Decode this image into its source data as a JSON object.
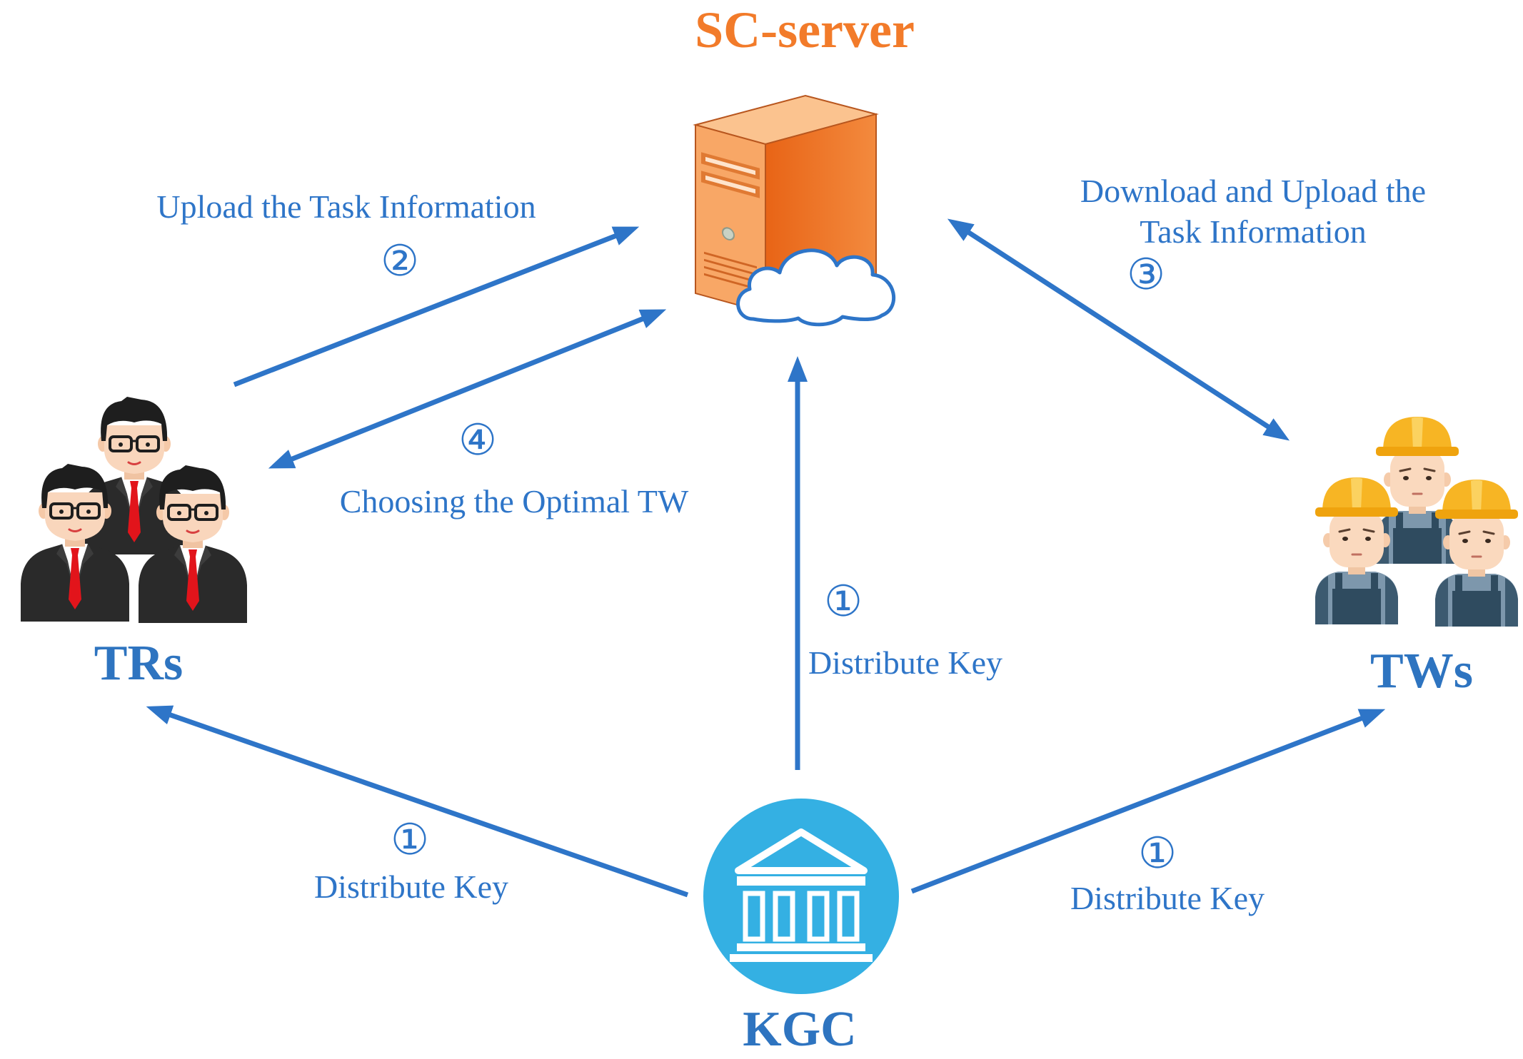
{
  "nodes": {
    "server": {
      "label": "SC-server",
      "icon": "server-cloud-icon"
    },
    "trs": {
      "label": "TRs",
      "icon": "businessmen-group-icon"
    },
    "tws": {
      "label": "TWs",
      "icon": "workers-group-icon"
    },
    "kgc": {
      "label": "KGC",
      "icon": "bank-building-icon"
    }
  },
  "edges": {
    "upload": {
      "step": "②",
      "text": "Upload the Task Information"
    },
    "choose": {
      "step": "④",
      "text": "Choosing the Optimal TW"
    },
    "download": {
      "step": "③",
      "line1": "Download and Upload the",
      "line2": "Task Information"
    },
    "key_server": {
      "step": "①",
      "text": "Distribute Key"
    },
    "key_trs": {
      "step": "①",
      "text": "Distribute Key"
    },
    "key_tws": {
      "step": "①",
      "text": "Distribute Key"
    }
  },
  "colors": {
    "arrow": "#2E75C8",
    "label": "#2E74C0",
    "server_label": "#F27B2A",
    "kgc": "#34B0E3"
  }
}
